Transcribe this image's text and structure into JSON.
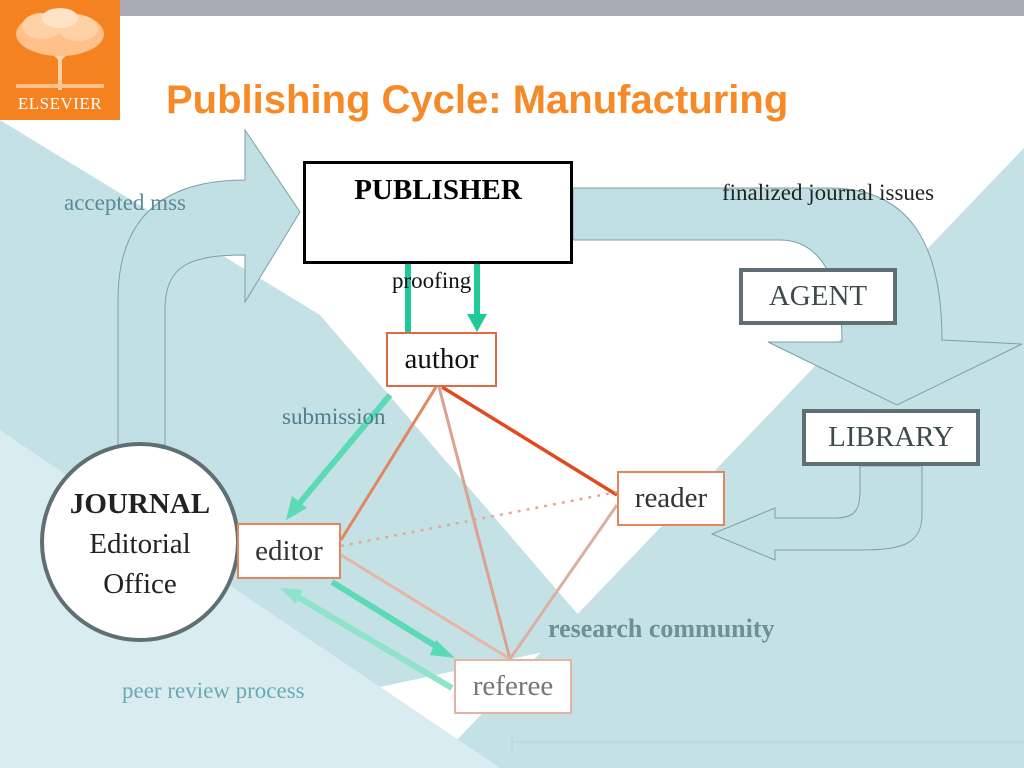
{
  "header": {
    "logo_text": "ELSEVIER",
    "title": "Publishing Cycle: Manufacturing"
  },
  "nodes": {
    "publisher": "PUBLISHER",
    "agent": "AGENT",
    "library": "LIBRARY",
    "author": "author",
    "editor": "editor",
    "reader": "reader",
    "referee": "referee",
    "journal_title": "JOURNAL",
    "journal_line2": "Editorial",
    "journal_line3": "Office"
  },
  "labels": {
    "accepted": "accepted mss",
    "finalized": "finalized journal issues",
    "proofing": "proofing",
    "submission": "submission",
    "research": "research community",
    "peer_review": "peer review process"
  },
  "colors": {
    "brand_orange": "#f58220",
    "flow_blue": "#c0e0e4",
    "teal_arrow": "#1fc99a",
    "red_line": "#e04a20"
  }
}
